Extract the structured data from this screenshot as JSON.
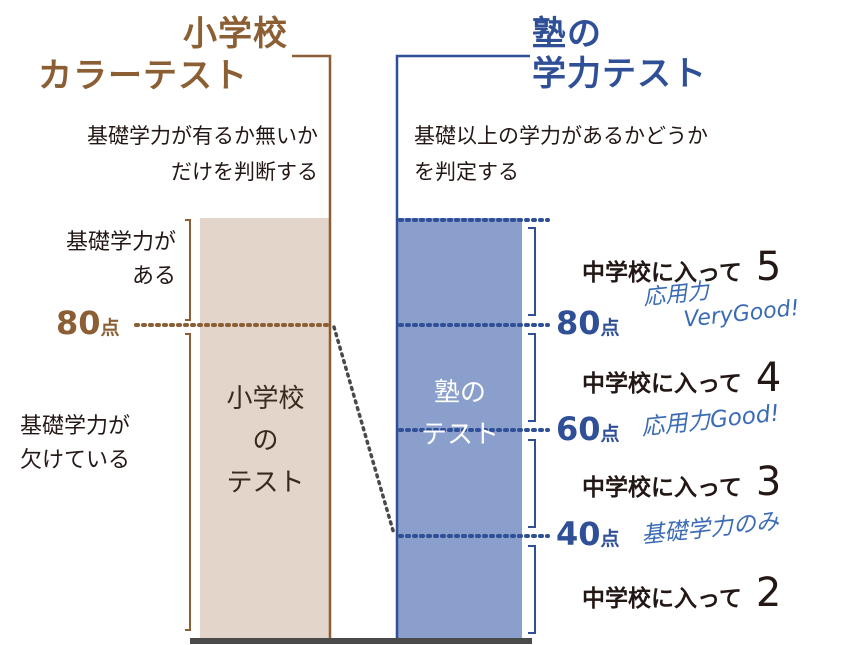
{
  "left": {
    "title_line1": "小学校",
    "title_line2": "カラーテスト",
    "desc_line1": "基礎学力が有るか無いか",
    "desc_line2": "だけを判断する",
    "upper_label_line1": "基礎学力が",
    "upper_label_line2": "ある",
    "threshold_score": "80",
    "threshold_unit": "点",
    "lower_label_line1": "基礎学力が",
    "lower_label_line2": "欠けている",
    "column_line1": "小学校",
    "column_line2": "の",
    "column_line3": "テスト"
  },
  "right": {
    "title_line1": "塾の",
    "title_line2": "学力テスト",
    "desc_line1": "基礎以上の学力があるかどうか",
    "desc_line2": "を判定する",
    "column_line1": "塾の",
    "column_line2": "テスト",
    "bands": [
      {
        "label": "中学校に入って",
        "grade": "5"
      },
      {
        "label": "中学校に入って",
        "grade": "4"
      },
      {
        "label": "中学校に入って",
        "grade": "3"
      },
      {
        "label": "中学校に入って",
        "grade": "2"
      }
    ],
    "thresholds": [
      {
        "score": "80",
        "unit": "点",
        "note_line1": "応用力",
        "note_line2": "VeryGood!"
      },
      {
        "score": "60",
        "unit": "点",
        "note_line1": "応用力Good!"
      },
      {
        "score": "40",
        "unit": "点",
        "note_line1": "基礎学力のみ"
      }
    ]
  },
  "colors": {
    "brown": "#8b5e34",
    "beige": "#e3d5c9",
    "blue": "#2f4f97",
    "blue_fill": "#8a9fcb",
    "base": "#4a4a4a"
  }
}
